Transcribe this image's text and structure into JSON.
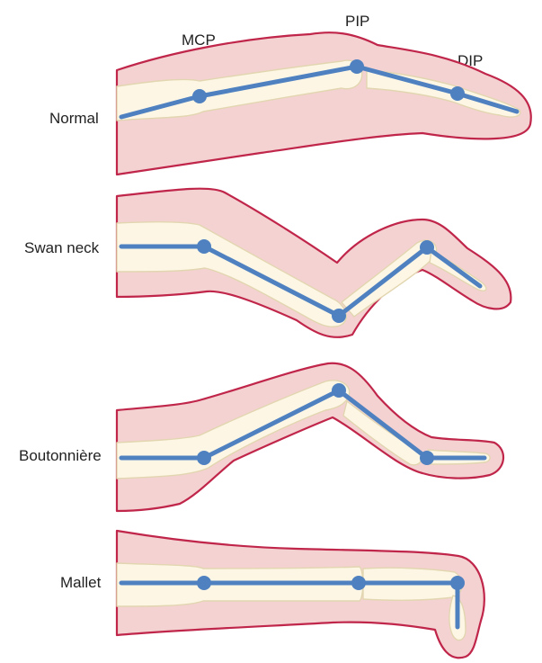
{
  "joint_labels": {
    "mcp": "MCP",
    "pip": "PIP",
    "dip": "DIP"
  },
  "rows": [
    {
      "id": "normal",
      "label": "Normal"
    },
    {
      "id": "swan-neck",
      "label": "Swan neck"
    },
    {
      "id": "boutonniere",
      "label": "Boutonnière"
    },
    {
      "id": "mallet",
      "label": "Mallet"
    }
  ],
  "colors": {
    "skin_fill": "#f4d2d2",
    "skin_outline": "#c0254a",
    "bone_fill": "#fdf6e4",
    "bone_outline": "#e2d6b0",
    "joint_line": "#4f81c1"
  }
}
